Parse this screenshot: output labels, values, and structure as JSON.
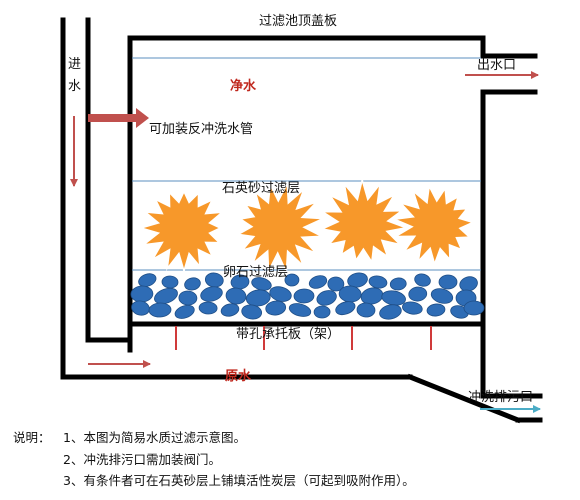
{
  "labels": {
    "top_cover": "过滤池顶盖板",
    "inlet": "进水",
    "clean_water": "净水",
    "outlet": "出水口",
    "backwash_pipe": "可加装反冲洗水管",
    "quartz_layer": "石英砂过滤层",
    "pebble_layer": "卵石过滤层",
    "support_plate": "带孔承托板（架）",
    "raw_water": "原水",
    "flush_outlet": "冲洗排污口"
  },
  "notes": {
    "prefix": "说明：",
    "items": [
      "1、本图为简易水质过滤示意图。",
      "2、冲洗排污口需加装阀门。",
      "3、有条件者可在石英砂层上铺填活性炭层（可起到吸附作用）。"
    ]
  },
  "colors": {
    "wall": "#000000",
    "water_line": "#5b8fbf",
    "red_arrow": "#c0504d",
    "blue_arrow": "#4bacc6",
    "star_fill": "#f7982a",
    "pebble_fill": "#2e6cb5",
    "pebble_stroke": "#1f4e86",
    "leg": "#d03a3a"
  }
}
